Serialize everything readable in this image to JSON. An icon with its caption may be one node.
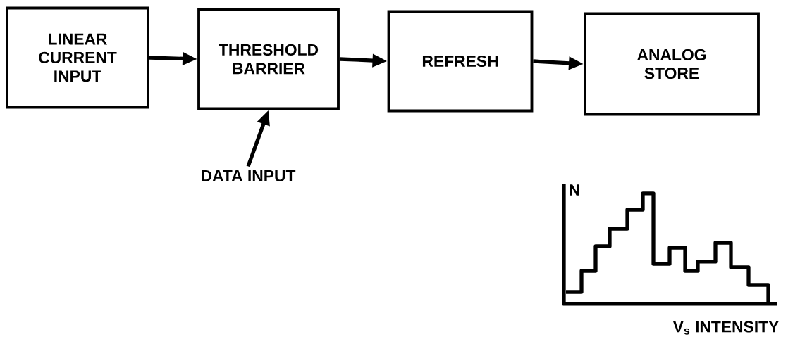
{
  "diagram": {
    "nodes": [
      {
        "text": [
          "LINEAR CURRENT INPUT"
        ]
      },
      {
        "text": [
          "THRESHOLD BARRIER"
        ]
      },
      {
        "text": [
          "REFRESH"
        ]
      },
      {
        "text": [
          "ANALOG STORE"
        ]
      },
      {
        "text": [
          "DATA INPUT"
        ]
      }
    ],
    "edges": [
      {
        "from": 0,
        "to": 1,
        "arrow": "to"
      },
      {
        "from": 1,
        "to": 2,
        "arrow": "to"
      },
      {
        "from": 2,
        "to": 3,
        "arrow": "to"
      },
      {
        "from": 4,
        "to": 1,
        "arrow": "to"
      }
    ],
    "labels": [
      "N",
      "V$_{s}$ INTENSITY"
    ]
  }
}
